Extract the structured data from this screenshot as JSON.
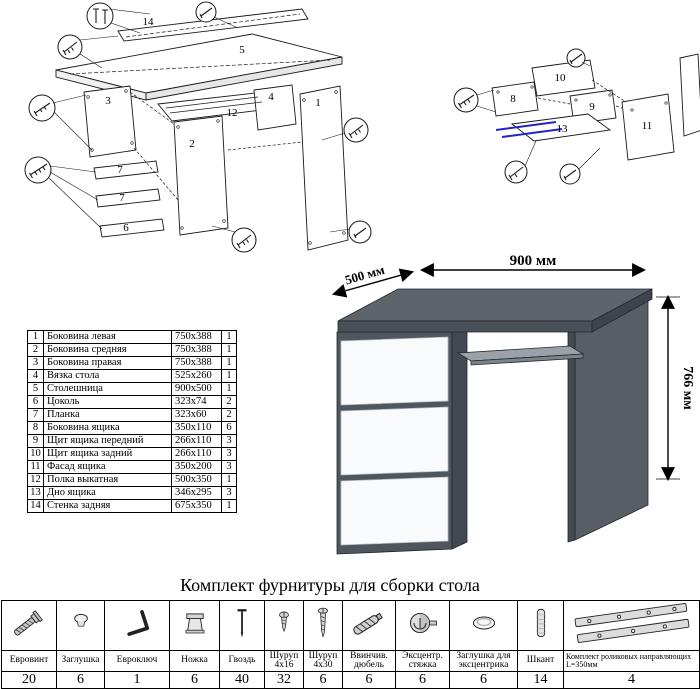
{
  "parts_table": {
    "rows": [
      {
        "num": "1",
        "name": "Боковина левая",
        "size": "750x388",
        "qty": "1"
      },
      {
        "num": "2",
        "name": "Боковина средняя",
        "size": "750x388",
        "qty": "1"
      },
      {
        "num": "3",
        "name": "Боковина правая",
        "size": "750x388",
        "qty": "1"
      },
      {
        "num": "4",
        "name": "Вязка стола",
        "size": "525x260",
        "qty": "1"
      },
      {
        "num": "5",
        "name": "Столешница",
        "size": "900x500",
        "qty": "1"
      },
      {
        "num": "6",
        "name": "Цоколь",
        "size": "323x74",
        "qty": "2"
      },
      {
        "num": "7",
        "name": "Планка",
        "size": "323x60",
        "qty": "2"
      },
      {
        "num": "8",
        "name": "Боковина ящика",
        "size": "350x110",
        "qty": "6"
      },
      {
        "num": "9",
        "name": "Щит ящика передний",
        "size": "266x110",
        "qty": "3"
      },
      {
        "num": "10",
        "name": "Щит ящика задний",
        "size": "266x110",
        "qty": "3"
      },
      {
        "num": "11",
        "name": "Фасад ящика",
        "size": "350x200",
        "qty": "3"
      },
      {
        "num": "12",
        "name": "Полка выкатная",
        "size": "500x350",
        "qty": "1"
      },
      {
        "num": "13",
        "name": "Дно ящика",
        "size": "346x295",
        "qty": "3"
      },
      {
        "num": "14",
        "name": "Стенка задняя",
        "size": "675x350",
        "qty": "1"
      }
    ]
  },
  "desk_render": {
    "dim_depth": "500 мм",
    "dim_width": "900 мм",
    "dim_height": "766 мм"
  },
  "diagram_left": {
    "labels": [
      "14",
      "5",
      "3",
      "7",
      "7",
      "6",
      "2",
      "12",
      "4",
      "1"
    ]
  },
  "diagram_right": {
    "labels": [
      "10",
      "8",
      "9",
      "13",
      "11"
    ]
  },
  "hardware": {
    "title": "Комплект фурнитуры для сборки стола",
    "items": [
      {
        "icon": "euroscrew-icon",
        "label": "Евровинт",
        "qty": "20"
      },
      {
        "icon": "plug-icon",
        "label": "Заглушка",
        "qty": "6"
      },
      {
        "icon": "hex-key-icon",
        "label": "Евроключ",
        "qty": "1"
      },
      {
        "icon": "leg-icon",
        "label": "Ножка",
        "qty": "6"
      },
      {
        "icon": "nail-icon",
        "label": "Гвоздь",
        "qty": "40"
      },
      {
        "icon": "screw-4x16-icon",
        "label": "Шуруп 4x16",
        "qty": "32"
      },
      {
        "icon": "screw-4x30-icon",
        "label": "Шуруп 4x30",
        "qty": "6"
      },
      {
        "icon": "dowel-screw-icon",
        "label": "Ввинчив. дюбель",
        "qty": "6"
      },
      {
        "icon": "cam-lock-icon",
        "label": "Эксцентр. стяжка",
        "qty": "6"
      },
      {
        "icon": "cam-cap-icon",
        "label": "Заглушка для эксцентрика",
        "qty": "6"
      },
      {
        "icon": "shkant-icon",
        "label": "Шкант",
        "qty": "14"
      },
      {
        "icon": "roller-guides-icon",
        "label": "Комплект роликовых направляющих L=350мм",
        "qty": "4"
      }
    ]
  },
  "colors": {
    "desk_body": "#5d646c",
    "desk_shadow": "#424950",
    "drawer_front": "#f9fafb",
    "tray": "#9aa1a8",
    "slide_blue": "#2323c8"
  }
}
